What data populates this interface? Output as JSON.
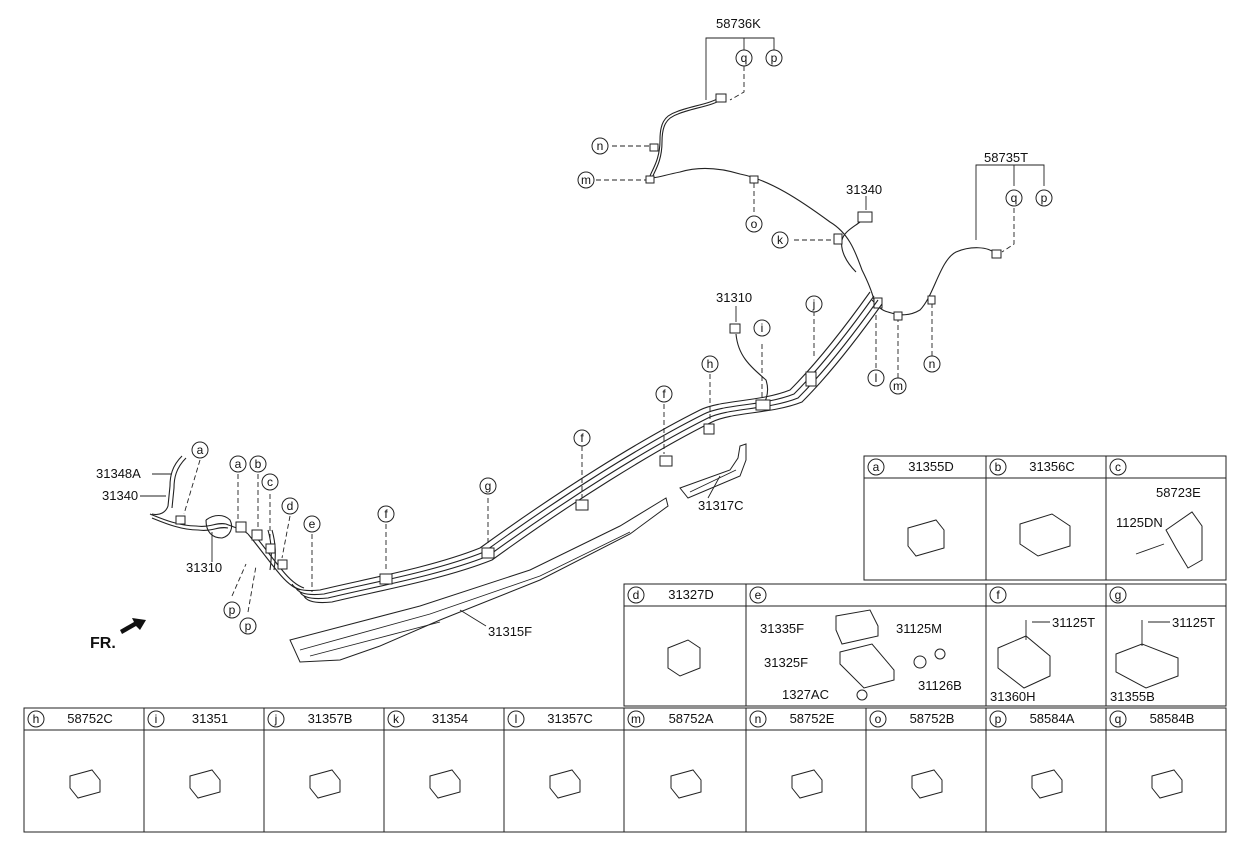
{
  "callouts": {
    "upper_left_assembly": "58736K",
    "upper_right_assembly": "58735T",
    "tube_upper": "31340",
    "tube_mid": "31310",
    "pipe_front_top": "31348A",
    "pipe_front_mid": "31340",
    "pipe_front_low": "31310",
    "protector_short": "31317C",
    "protector_long": "31315F",
    "front_text": "FR."
  },
  "circles": [
    "a",
    "b",
    "c",
    "d",
    "e",
    "f",
    "g",
    "h",
    "i",
    "j",
    "k",
    "l",
    "m",
    "n",
    "o",
    "p",
    "q"
  ],
  "table_rows": [
    [
      {
        "key": "a",
        "part": "31355D"
      },
      {
        "key": "b",
        "part": "31356C"
      },
      {
        "key": "c",
        "part": "",
        "sub": [
          "58723E",
          "1125DN"
        ]
      }
    ],
    [
      {
        "key": "d",
        "part": "31327D"
      },
      {
        "key": "e",
        "part": "",
        "sub": [
          "31335F",
          "31125M",
          "31325F",
          "31126B",
          "1327AC"
        ]
      },
      {
        "key": "f",
        "part": "",
        "sub": [
          "31125T",
          "31360H"
        ]
      },
      {
        "key": "g",
        "part": "",
        "sub": [
          "31125T",
          "31355B"
        ]
      }
    ],
    [
      {
        "key": "h",
        "part": "58752C"
      },
      {
        "key": "i",
        "part": "31351"
      },
      {
        "key": "j",
        "part": "31357B"
      },
      {
        "key": "k",
        "part": "31354"
      },
      {
        "key": "l",
        "part": "31357C"
      },
      {
        "key": "m",
        "part": "58752A"
      },
      {
        "key": "n",
        "part": "58752E"
      },
      {
        "key": "o",
        "part": "58752B"
      },
      {
        "key": "p",
        "part": "58584A"
      },
      {
        "key": "q",
        "part": "58584B"
      }
    ]
  ],
  "cell_e_labels": {
    "l1": "31335F",
    "l2": "31125M",
    "l3": "31325F",
    "l4": "31126B",
    "l5": "1327AC"
  },
  "cell_c_labels": {
    "l1": "58723E",
    "l2": "1125DN"
  },
  "cell_f_labels": {
    "l1": "31125T",
    "l2": "31360H"
  },
  "cell_g_labels": {
    "l1": "31125T",
    "l2": "31355B"
  }
}
